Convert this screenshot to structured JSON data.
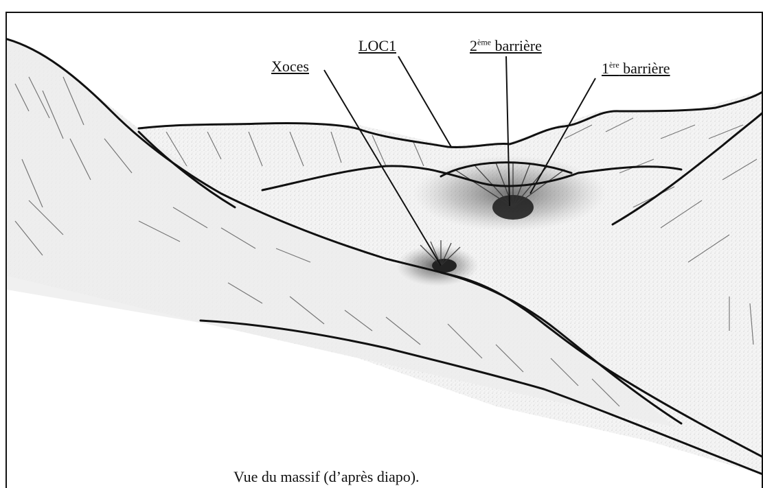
{
  "labels": {
    "xoces": "Xoces",
    "loc1": "LOC1",
    "barrier2_num": "2",
    "barrier2_sup": "ème",
    "barrier2_word": " barrière",
    "barrier1_num": "1",
    "barrier1_sup": "ère",
    "barrier1_word": " barrière"
  },
  "caption": "Vue du massif (d’après diapo)."
}
